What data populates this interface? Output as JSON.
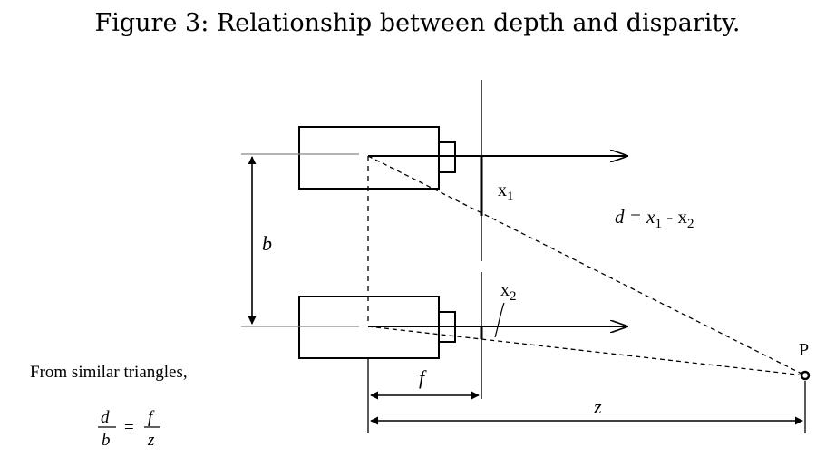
{
  "figure": {
    "caption": "Figure 3: Relationship between depth and disparity.",
    "labels": {
      "x1": "x",
      "x1_sub": "1",
      "x2": "x",
      "x2_sub": "2",
      "disparity_eq": "d = x",
      "disparity_eq_sub1": "1",
      "disparity_eq_mid": " - x",
      "disparity_eq_sub2": "2",
      "baseline": "b",
      "focal": "f",
      "depth": "z",
      "point": "P"
    },
    "note": {
      "line1": "From similar triangles,",
      "frac1_num": "d",
      "frac1_den": "b",
      "equals": "=",
      "frac2_num": "f",
      "frac2_den": "z"
    }
  }
}
